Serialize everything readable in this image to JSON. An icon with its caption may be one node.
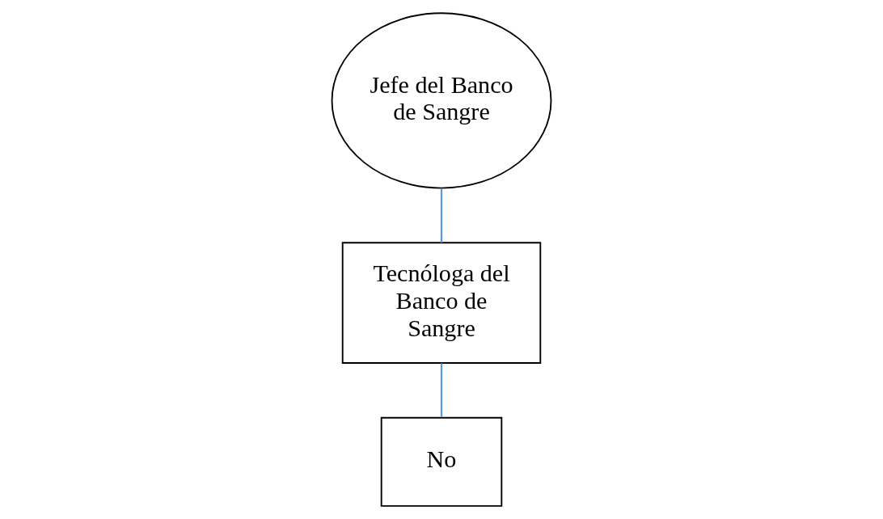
{
  "diagram": {
    "nodes": [
      {
        "text": [
          "Jefe del Banco de Sangre"
        ]
      },
      {
        "text": [
          "Tecnóloga del Banco de Sangre"
        ]
      },
      {
        "text": [
          "No"
        ]
      }
    ],
    "edges": [
      {
        "from": 0,
        "to": 1,
        "arrow": "none"
      },
      {
        "from": 1,
        "to": 2,
        "arrow": "none"
      }
    ]
  }
}
